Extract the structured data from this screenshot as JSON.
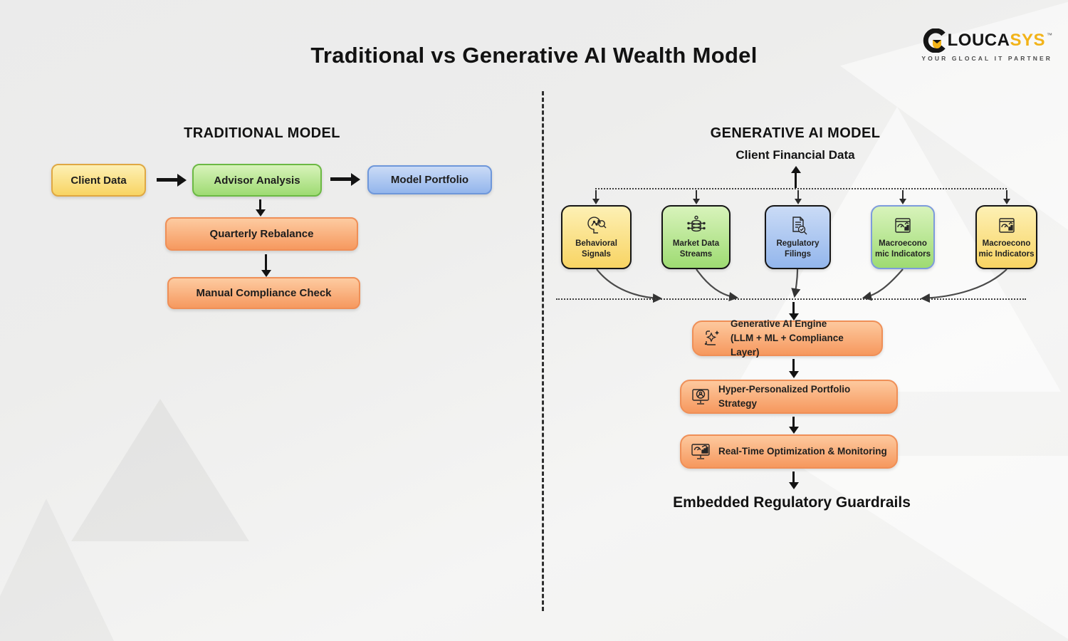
{
  "title": "Traditional vs Generative AI Wealth Model",
  "logo": {
    "name_black": "LOUCA",
    "name_gold": "SYS",
    "trademark": "™",
    "tagline": "YOUR GLOCAL IT PARTNER",
    "brand_colors": {
      "black": "#151515",
      "gold": "#f2b318"
    }
  },
  "colors": {
    "yellow_fill_top": "#fdf0b4",
    "yellow_fill_bottom": "#f8d463",
    "yellow_border": "#dfa843",
    "green_fill_top": "#d8f3bb",
    "green_fill_bottom": "#9edb72",
    "green_border": "#6cb944",
    "blue_fill_top": "#cadbf6",
    "blue_fill_bottom": "#93b6ec",
    "blue_border": "#6e97da",
    "orange_fill_top": "#fdcba1",
    "orange_fill_bottom": "#f6995f",
    "orange_border": "#ef8f57"
  },
  "traditional": {
    "heading": "TRADITIONAL MODEL",
    "client_data": "Client Data",
    "advisor_analysis": "Advisor Analysis",
    "model_portfolio": "Model Portfolio",
    "quarterly_rebalance": "Quarterly Rebalance",
    "manual_compliance_check": "Manual Compliance Check"
  },
  "generative": {
    "heading": "GENERATIVE AI MODEL",
    "subheading": "Client Financial Data",
    "sources": [
      {
        "line1": "Behavioral",
        "line2": "Signals",
        "icon": "behavioral-signals-icon",
        "fill": "yellow"
      },
      {
        "line1": "Market Data",
        "line2": "Streams",
        "icon": "market-data-streams-icon",
        "fill": "green"
      },
      {
        "line1": "Regulatory",
        "line2": "Filings",
        "icon": "regulatory-filings-icon",
        "fill": "blue"
      },
      {
        "line1": "Macroecono",
        "line2": "mic Indicators",
        "icon": "macroeconomic-indicators-icon",
        "fill": "green-blue-border"
      },
      {
        "line1": "Macroecono",
        "line2": "mic Indicators",
        "icon": "macroeconomic-indicators-icon",
        "fill": "yellow"
      }
    ],
    "engine_line1": "Generative AI Engine",
    "engine_line2": "(LLM + ML + Compliance Layer)",
    "strategy": "Hyper-Personalized Portfolio Strategy",
    "monitoring": "Real-Time Optimization & Monitoring",
    "footer": "Embedded Regulatory Guardrails"
  }
}
